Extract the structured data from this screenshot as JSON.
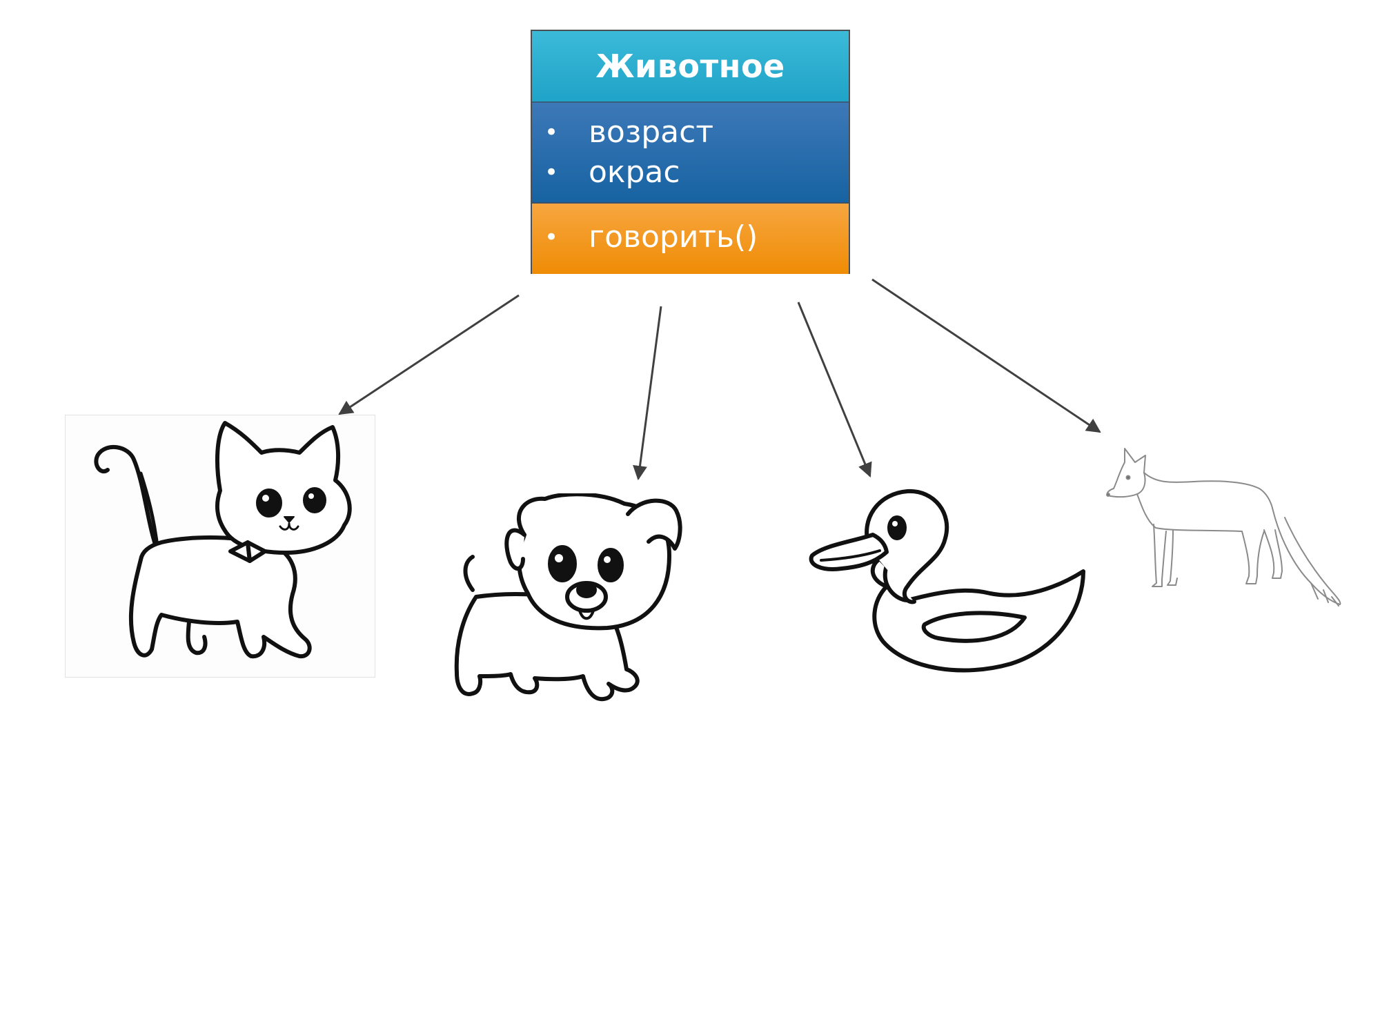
{
  "class_box": {
    "title": "Животное",
    "attributes": [
      "возраст",
      "окрас"
    ],
    "methods": [
      "говорить()"
    ],
    "bullet": "•",
    "colors": {
      "title_bg": "#25aad0",
      "attributes_bg": "#1b67a6",
      "methods_bg": "#f39514"
    }
  },
  "subclasses": [
    {
      "icon": "cat-icon"
    },
    {
      "icon": "dog-icon"
    },
    {
      "icon": "duck-icon"
    },
    {
      "icon": "fox-icon"
    }
  ],
  "arrow_color": "#404040"
}
